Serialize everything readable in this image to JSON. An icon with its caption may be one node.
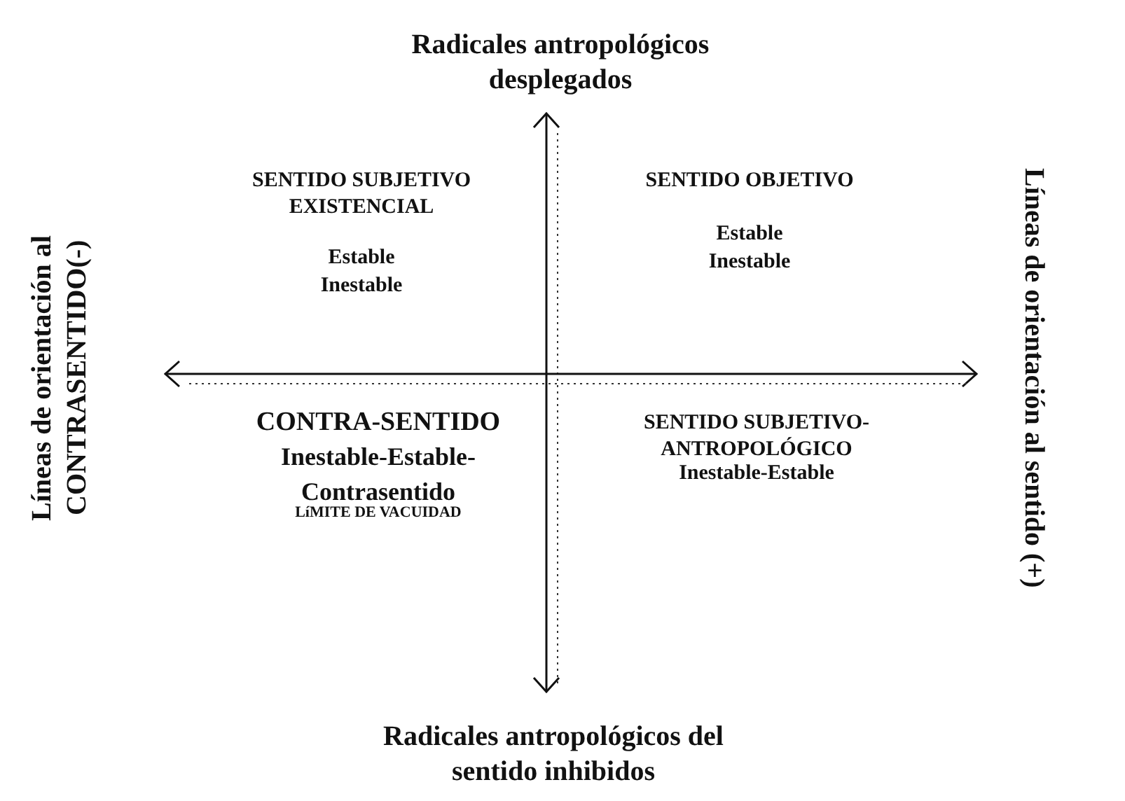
{
  "diagram": {
    "labels": [
      "Radicales antropológicos desplegados",
      "Líneas de orientación al CONTRASENTIDO(-)",
      "SENTIDO SUBJETIVO EXISTENCIAL",
      "Estable",
      "Inestable",
      "SENTIDO OBJETIVO",
      "Estable",
      "Inestable",
      "Líneas de orientación al sentido (+)",
      "CONTRA-SENTIDO",
      "Inestable-Estable-Contrasentido",
      "LíMITE DE VACUIDAD",
      "SENTIDO SUBJETIVO-ANTROPOLÓGICO",
      "Inestable-Estable",
      "Radicales antropológicos del sentido inhibidos"
    ]
  }
}
